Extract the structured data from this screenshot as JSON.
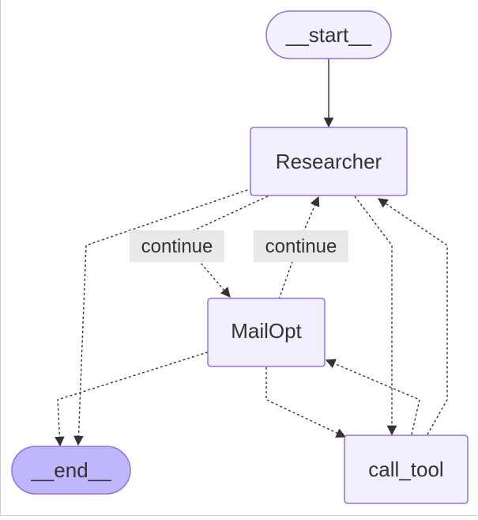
{
  "diagram": {
    "colors": {
      "node_fill": "#f2f0ff",
      "node_stroke": "#9370db",
      "end_fill": "#bfb6fc",
      "edge": "#333333",
      "label_bg": "#e8e8e8",
      "text": "#333333"
    },
    "nodes": {
      "start": "__start__",
      "researcher": "Researcher",
      "mailopt": "MailOpt",
      "call_tool": "call_tool",
      "end": "__end__"
    },
    "edges": [
      {
        "from": "start",
        "to": "researcher",
        "style": "solid"
      },
      {
        "from": "researcher",
        "to": "mailopt",
        "style": "dotted",
        "label": "continue"
      },
      {
        "from": "mailopt",
        "to": "researcher",
        "style": "dotted",
        "label": "continue"
      },
      {
        "from": "researcher",
        "to": "end",
        "style": "dotted"
      },
      {
        "from": "researcher",
        "to": "call_tool",
        "style": "dotted"
      },
      {
        "from": "call_tool",
        "to": "researcher",
        "style": "dotted"
      },
      {
        "from": "mailopt",
        "to": "end",
        "style": "dotted"
      },
      {
        "from": "mailopt",
        "to": "call_tool",
        "style": "dotted"
      },
      {
        "from": "call_tool",
        "to": "mailopt",
        "style": "dotted"
      }
    ]
  }
}
